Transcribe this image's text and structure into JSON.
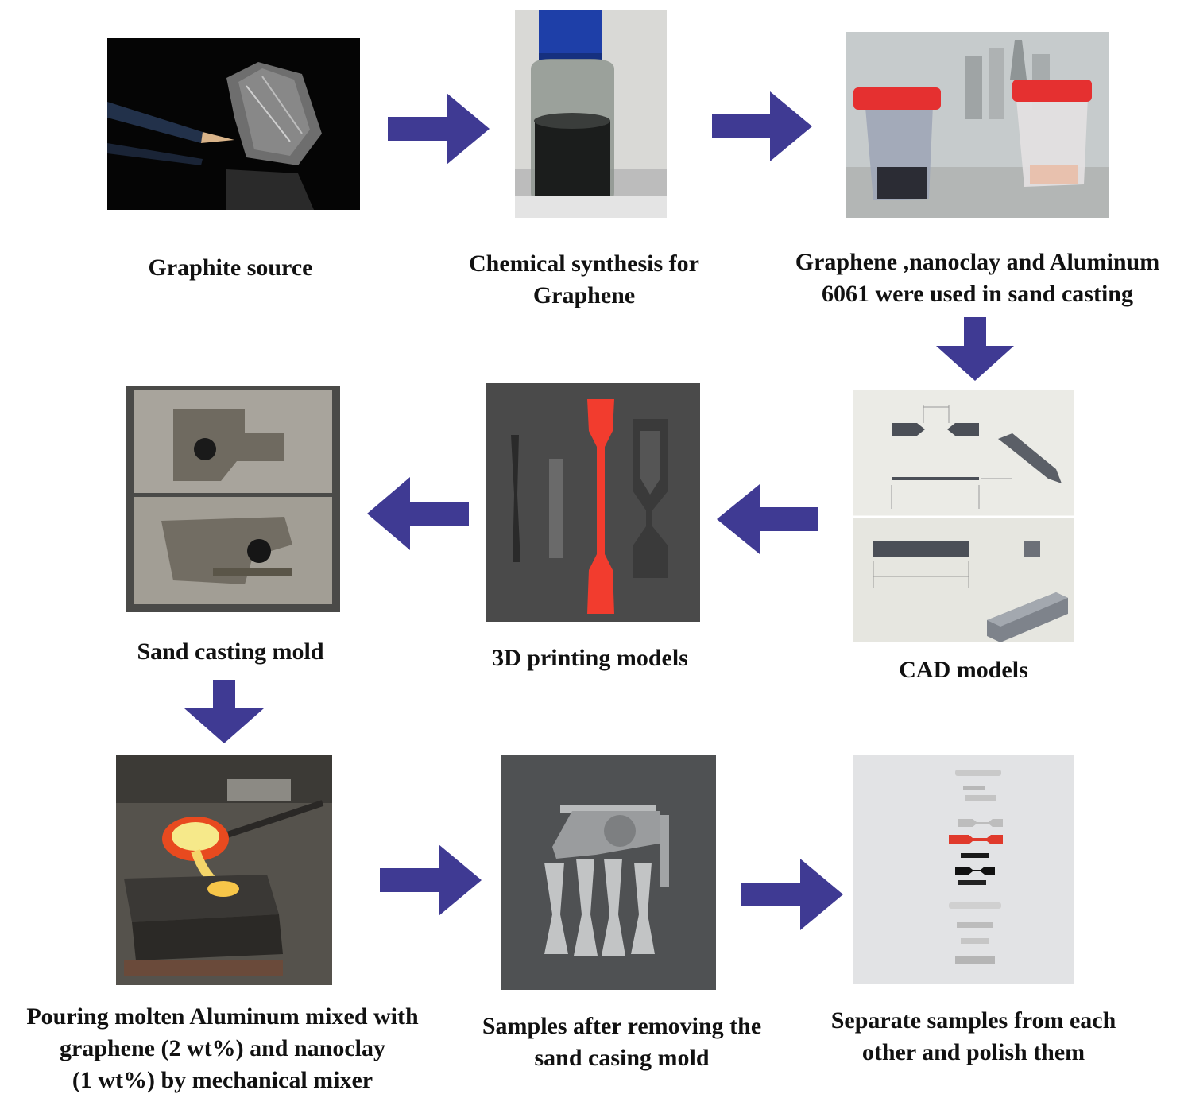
{
  "colors": {
    "arrow": "#3f3a93",
    "background": "#ffffff",
    "text": "#111111"
  },
  "steps": [
    {
      "id": "graphite",
      "caption": "Graphite source",
      "icon": "graphite-photo"
    },
    {
      "id": "synthesis",
      "caption": "Chemical synthesis for\nGraphene",
      "icon": "jar-photo"
    },
    {
      "id": "materials",
      "caption": "Graphene ,nanoclay and Aluminum\n6061 were used in sand casting",
      "icon": "containers-photo"
    },
    {
      "id": "cad",
      "caption": "CAD models",
      "icon": "cad-drawing"
    },
    {
      "id": "print3d",
      "caption": "3D printing models",
      "icon": "printed-parts-photo"
    },
    {
      "id": "mold",
      "caption": "Sand casting mold",
      "icon": "mold-photo"
    },
    {
      "id": "pouring",
      "caption": "Pouring molten Aluminum mixed with\ngraphene (2 wt%) and nanoclay\n(1 wt%) by mechanical mixer",
      "icon": "pouring-photo"
    },
    {
      "id": "samples",
      "caption": "Samples after removing the\nsand  casing mold",
      "icon": "cast-samples-photo"
    },
    {
      "id": "separate",
      "caption": "Separate samples from each\nother and polish them",
      "icon": "polished-samples-photo"
    }
  ],
  "arrows": [
    {
      "from": "graphite",
      "to": "synthesis",
      "direction": "right"
    },
    {
      "from": "synthesis",
      "to": "materials",
      "direction": "right"
    },
    {
      "from": "materials",
      "to": "cad",
      "direction": "down"
    },
    {
      "from": "cad",
      "to": "print3d",
      "direction": "left"
    },
    {
      "from": "print3d",
      "to": "mold",
      "direction": "left"
    },
    {
      "from": "mold",
      "to": "pouring",
      "direction": "down"
    },
    {
      "from": "pouring",
      "to": "samples",
      "direction": "right"
    },
    {
      "from": "samples",
      "to": "separate",
      "direction": "right"
    }
  ]
}
